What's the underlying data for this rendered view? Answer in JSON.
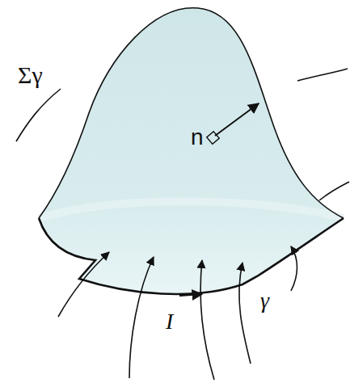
{
  "diagram": {
    "labels": [
      "Σγ",
      "n",
      "γ",
      "I"
    ]
  }
}
